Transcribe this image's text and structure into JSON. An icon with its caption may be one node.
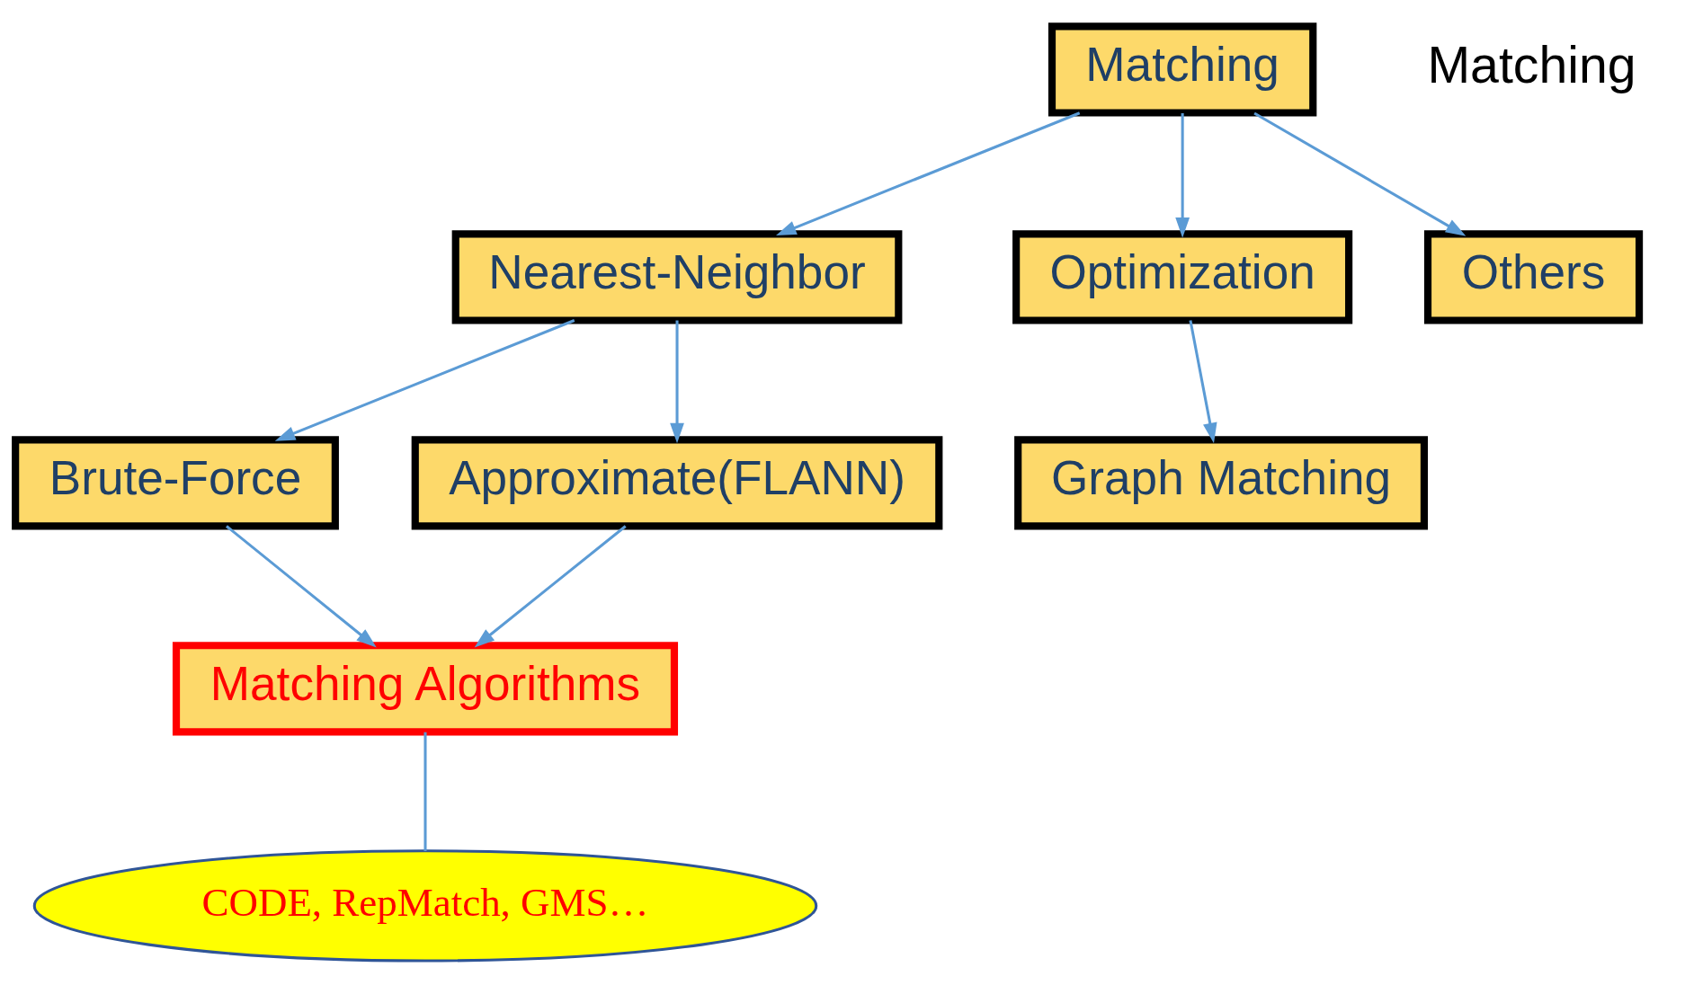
{
  "diagram": {
    "nodes": [
      {
        "text": [
          "Matching"
        ]
      },
      {
        "text": [
          "Nearest-Neighbor"
        ]
      },
      {
        "text": [
          "Optimization"
        ]
      },
      {
        "text": [
          "Others"
        ]
      },
      {
        "text": [
          "Brute-Force"
        ]
      },
      {
        "text": [
          "Approximate(FLANN)"
        ]
      },
      {
        "text": [
          "Matching Algorithms"
        ]
      },
      {
        "text": [
          "Graph Matching"
        ]
      },
      {
        "text": [
          "CODE, RepMatch, GMS…"
        ]
      }
    ],
    "edges": [
      {
        "from": 0,
        "to": 1,
        "arrow": "to"
      },
      {
        "from": 0,
        "to": 2,
        "arrow": "to"
      },
      {
        "from": 0,
        "to": 3,
        "arrow": "to"
      },
      {
        "from": 1,
        "to": 4,
        "arrow": "to"
      },
      {
        "from": 1,
        "to": 5,
        "arrow": "to"
      },
      {
        "from": 4,
        "to": 6,
        "arrow": "to"
      },
      {
        "from": 5,
        "to": 6,
        "arrow": "to"
      },
      {
        "from": 2,
        "to": 7,
        "arrow": "to"
      },
      {
        "from": 6,
        "to": 8,
        "arrow": "none"
      }
    ],
    "labels": [
      "Matching"
    ]
  }
}
